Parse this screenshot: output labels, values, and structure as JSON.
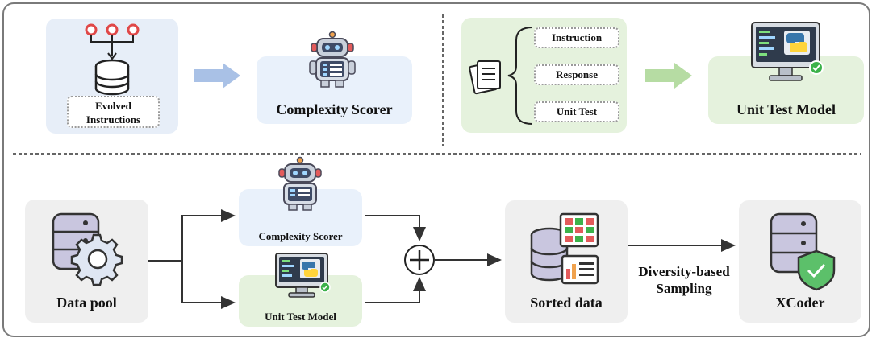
{
  "top_left": {
    "evolved_label": "Evolved Instructions",
    "scorer_label": "Complexity Scorer"
  },
  "top_right": {
    "items": [
      "Instruction",
      "Response",
      "Unit Test"
    ],
    "model_label": "Unit Test Model"
  },
  "bottom": {
    "data_pool_label": "Data pool",
    "scorer_label": "Complexity Scorer",
    "unit_test_label": "Unit Test Model",
    "sorted_label": "Sorted data",
    "sampling_label": "Diversity-based Sampling",
    "xcoder_label": "XCoder"
  },
  "colors": {
    "blue_panel": "#e7eef8",
    "green_panel": "#e5f2dd",
    "gray_panel": "#efefef",
    "blue_arrow": "#a9c1e6",
    "green_arrow": "#b6dca3",
    "node_red": "#e04848"
  }
}
